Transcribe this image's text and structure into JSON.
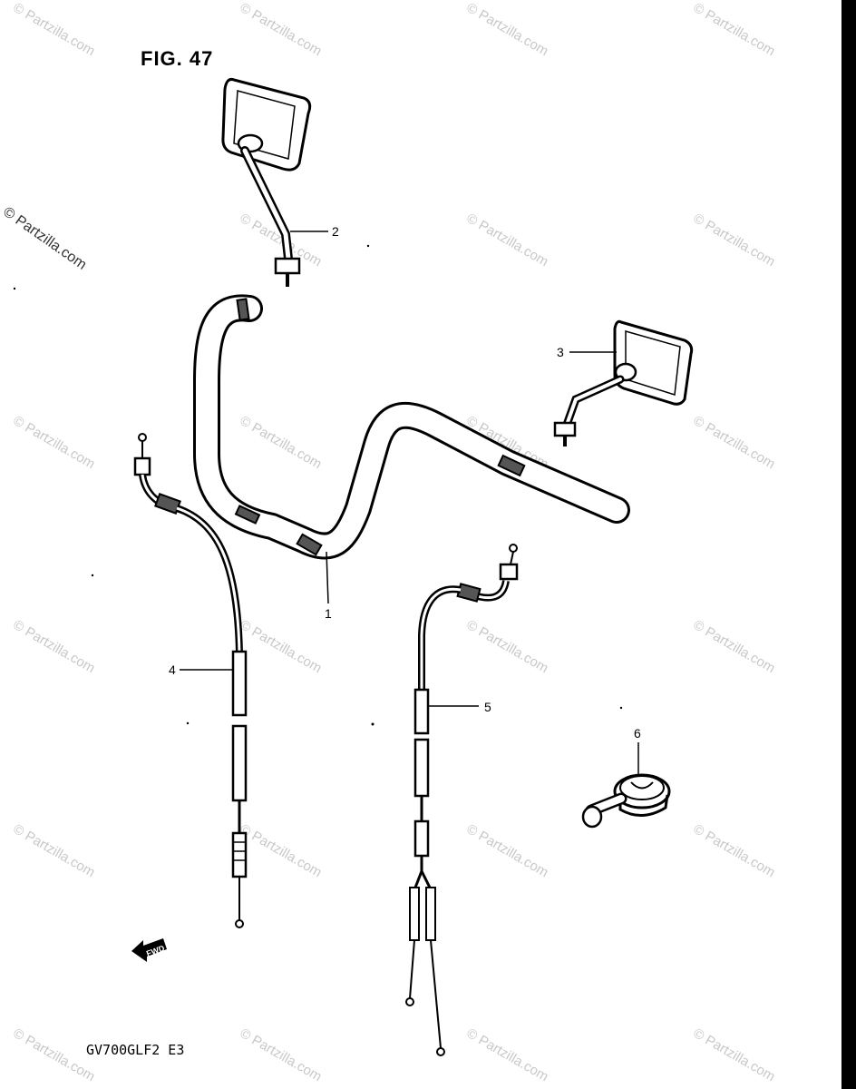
{
  "figure": {
    "title": "FIG. 47",
    "code": "GV700GLF2 E3"
  },
  "watermark": {
    "text": "© Partzilla.com"
  },
  "callouts": [
    {
      "label": "1",
      "part": "handlebar"
    },
    {
      "label": "2",
      "part": "left mirror"
    },
    {
      "label": "3",
      "part": "right mirror"
    },
    {
      "label": "4",
      "part": "clutch cable"
    },
    {
      "label": "5",
      "part": "throttle cable"
    },
    {
      "label": "6",
      "part": "throttle grip adjuster"
    }
  ],
  "direction_marker": {
    "label": "FWD"
  }
}
